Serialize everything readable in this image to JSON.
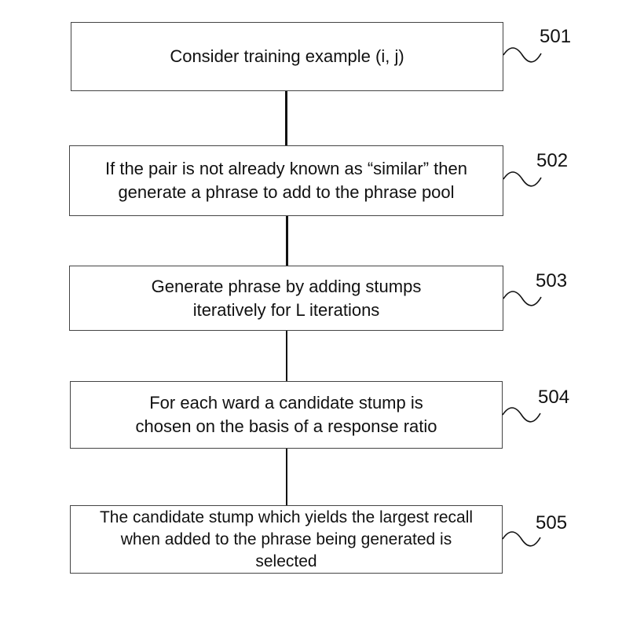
{
  "steps": [
    {
      "ref": "501",
      "lines": [
        "Consider training example (i, j)"
      ]
    },
    {
      "ref": "502",
      "lines": [
        "If the pair is not already known as “similar” then",
        "generate a phrase to add to the phrase pool"
      ]
    },
    {
      "ref": "503",
      "lines": [
        "Generate phrase by adding stumps",
        "iteratively for L iterations"
      ]
    },
    {
      "ref": "504",
      "lines": [
        "For each ward a candidate stump is",
        "chosen on the basis of a response ratio"
      ]
    },
    {
      "ref": "505",
      "lines": [
        "The candidate stump which yields the largest recall",
        "when added to the phrase being generated is",
        "selected"
      ]
    }
  ]
}
